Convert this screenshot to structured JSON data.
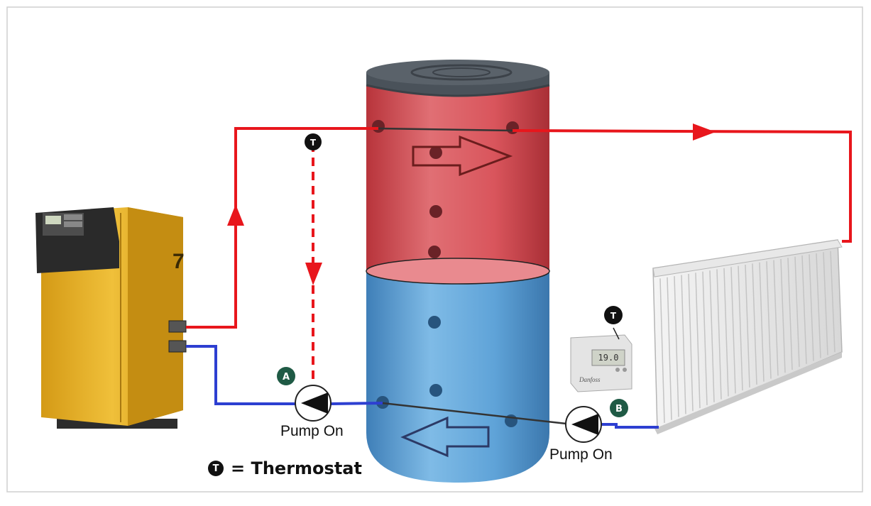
{
  "labels": {
    "pump_a_letter": "A",
    "pump_b_letter": "B",
    "pump_a_label": "Pump On",
    "pump_b_label": "Pump On",
    "thermostat_symbol": "T",
    "legend_text": "= Thermostat",
    "thermostat_display": "19.0",
    "thermostat_brand": "Danfoss"
  },
  "colors": {
    "flow_hot": "#e8161c",
    "flow_cold": "#2d3fd1",
    "tank_hot": "#d9555c",
    "tank_cold": "#5fa3d8",
    "tank_lid": "#4a525a",
    "boiler": "#e6b12a",
    "pump_badge": "#1f5a45"
  }
}
